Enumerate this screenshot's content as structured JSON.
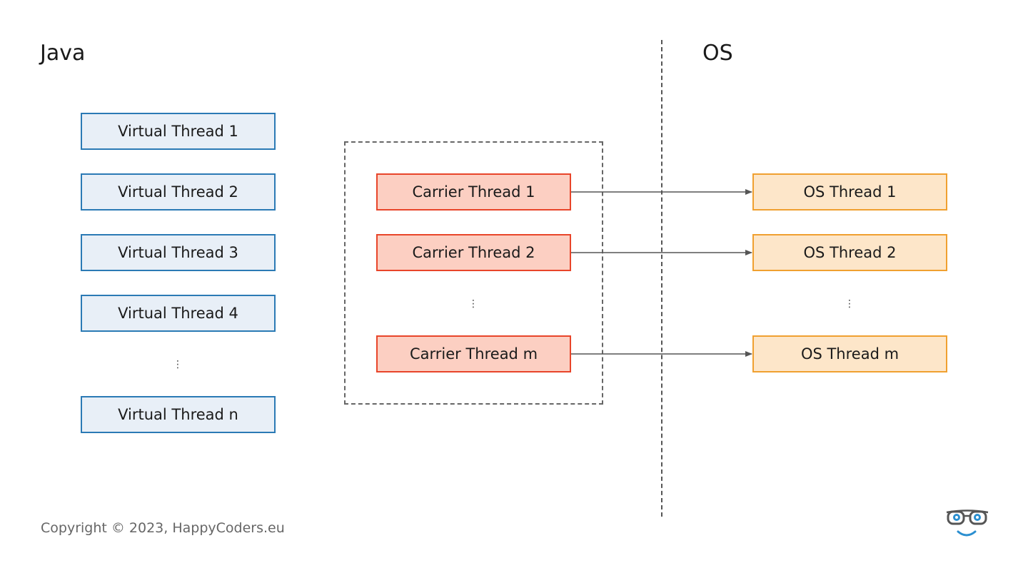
{
  "headings": {
    "java": "Java",
    "os": "OS"
  },
  "virtual_threads": [
    "Virtual Thread 1",
    "Virtual Thread 2",
    "Virtual Thread 3",
    "Virtual Thread 4",
    "Virtual Thread n"
  ],
  "carrier_threads": [
    "Carrier Thread 1",
    "Carrier Thread 2",
    "Carrier Thread m"
  ],
  "os_threads": [
    "OS Thread 1",
    "OS Thread 2",
    "OS Thread m"
  ],
  "ellipsis": "⋮",
  "footer": {
    "copyright": "Copyright © 2023, HappyCoders.eu"
  },
  "colors": {
    "virtual_fill": "#e8eff7",
    "virtual_border": "#2b7ab5",
    "carrier_fill": "#fccfc2",
    "carrier_border": "#e8452a",
    "os_fill": "#fde6c9",
    "os_border": "#f0a030",
    "arrow": "#555555"
  },
  "logo": {
    "icon": "glasses-smiley-icon"
  }
}
